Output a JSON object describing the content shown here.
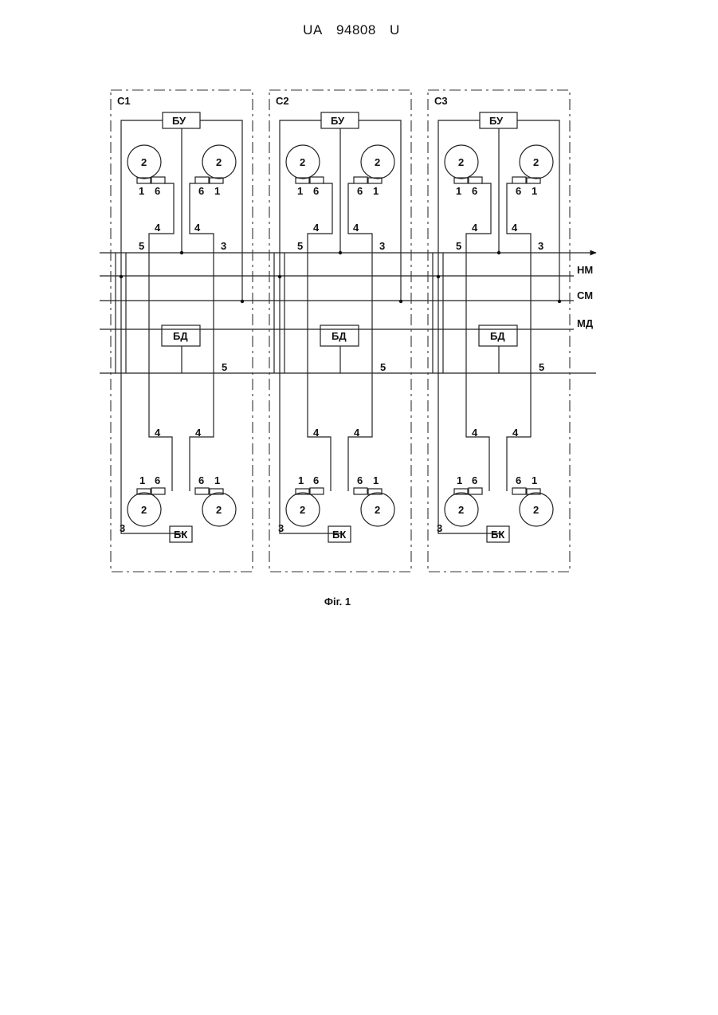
{
  "header": {
    "country": "UA",
    "number": "94808",
    "kind": "U"
  },
  "sections": [
    {
      "name": "С1",
      "control": "БУ",
      "block_d": "БД",
      "block_k": "БК"
    },
    {
      "name": "С2",
      "control": "БУ",
      "block_d": "БД",
      "block_k": "БК"
    },
    {
      "name": "С3",
      "control": "БУ",
      "block_d": "БД",
      "block_k": "БК"
    }
  ],
  "lines": {
    "nm": "НМ",
    "sm": "СМ",
    "md": "МД"
  },
  "labels": {
    "pump": "2",
    "a": "1",
    "b": "6",
    "l3": "3",
    "l4": "4",
    "l5": "5"
  },
  "caption": "Фіг. 1"
}
